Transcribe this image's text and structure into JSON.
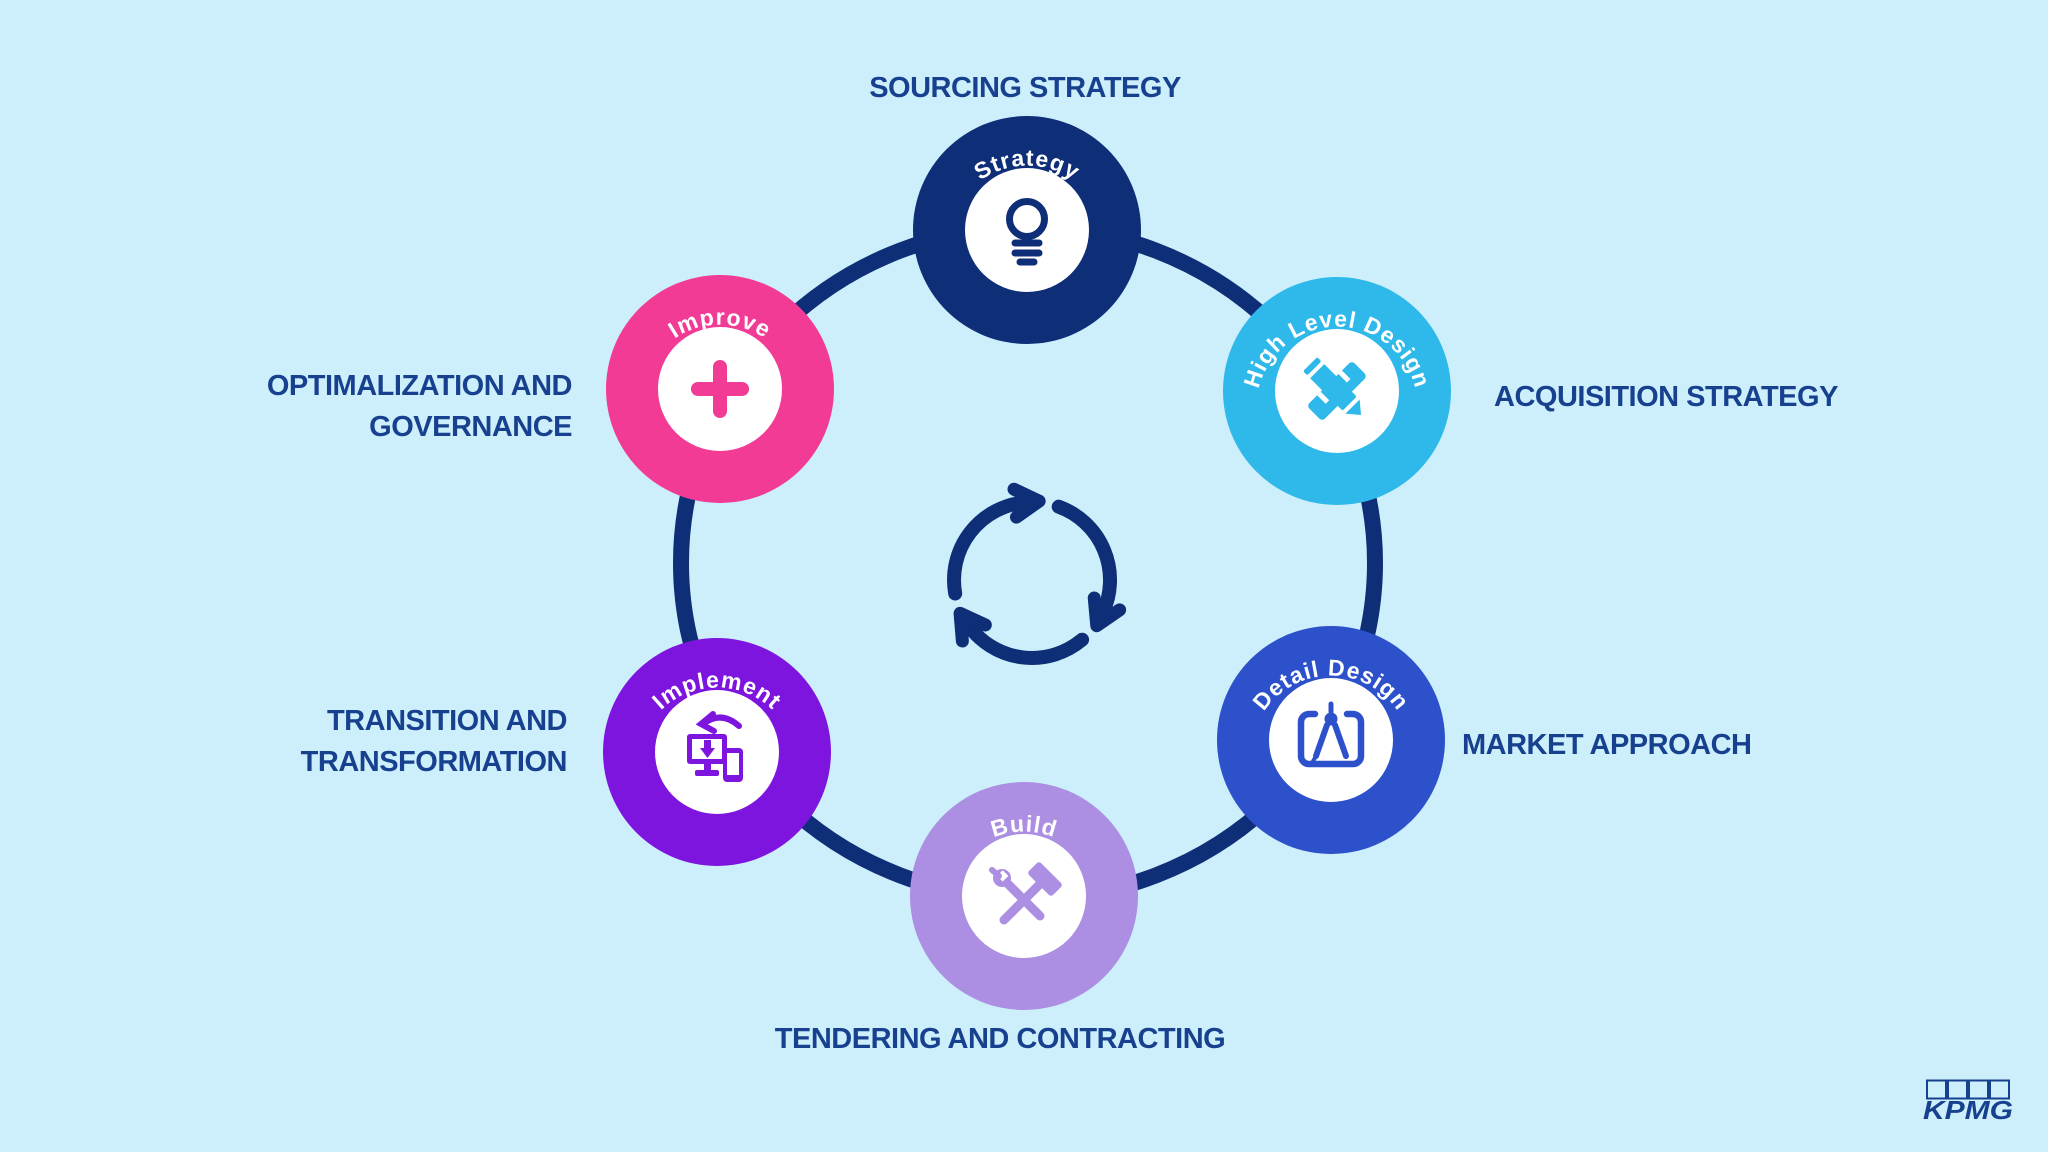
{
  "background_color": "#CDEFFB",
  "colors": {
    "navy": "#0F2E78",
    "label_text": "#17418F",
    "cyan": "#2FB9EA",
    "royal_blue": "#2C51CB",
    "light_purple": "#AC8FE3",
    "vivid_purple": "#7D15DF",
    "pink": "#F23B94",
    "white": "#FFFFFF"
  },
  "diagram": {
    "center": {
      "icon": "cycle-arrows-icon",
      "color": "#0F2E78"
    },
    "nodes": [
      {
        "stage_label": "Strategy",
        "outer_label": "SOURCING STRATEGY",
        "color": "#0F2E78",
        "icon": "lightbulb-icon"
      },
      {
        "stage_label": "High Level Design",
        "outer_label": "ACQUISITION STRATEGY",
        "color": "#2FB9EA",
        "icon": "pencil-ruler-icon"
      },
      {
        "stage_label": "Detail Design",
        "outer_label": "MARKET APPROACH",
        "color": "#2C51CB",
        "icon": "drafting-compass-icon"
      },
      {
        "stage_label": "Build",
        "outer_label": "TENDERING AND CONTRACTING",
        "color": "#AC8FE3",
        "icon": "hammer-pliers-icon"
      },
      {
        "stage_label": "Implement",
        "outer_label": "TRANSITION AND TRANSFORMATION",
        "color": "#7D15DF",
        "icon": "devices-sync-icon"
      },
      {
        "stage_label": "Improve",
        "outer_label": "OPTIMALIZATION AND GOVERNANCE",
        "color": "#F23B94",
        "icon": "plus-icon"
      }
    ]
  },
  "branding": {
    "logo_text": "KPMG"
  }
}
